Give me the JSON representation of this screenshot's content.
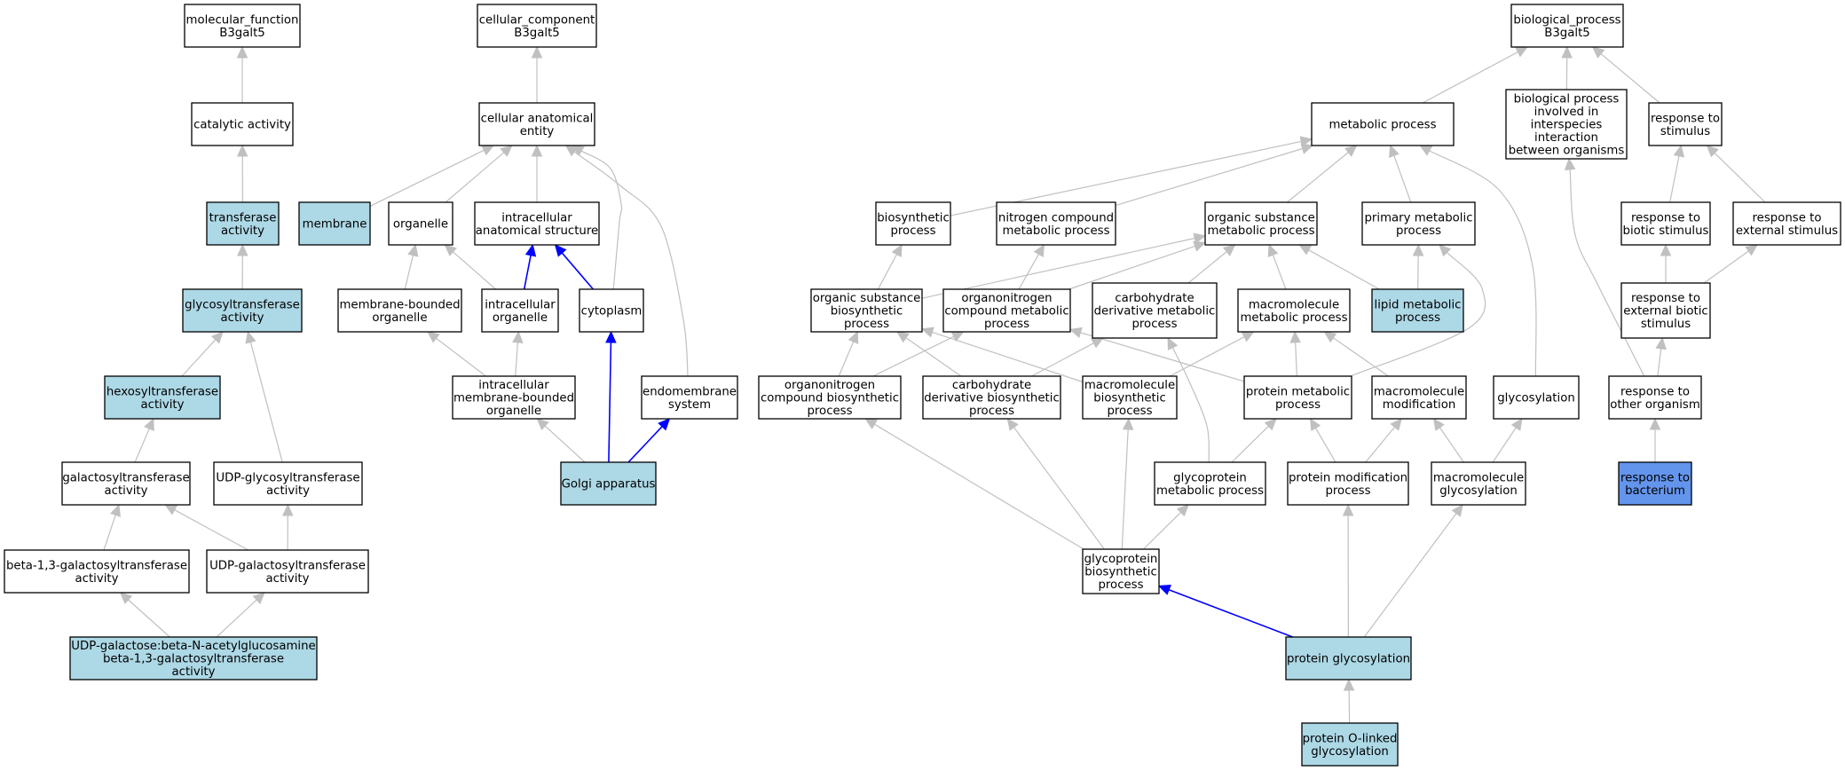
{
  "colors": {
    "default_fill": "#ffffff",
    "highlight_fill": "#add8e6",
    "query_fill": "#6495ed",
    "edge": "#c0c0c0",
    "highlight_edge": "#0000ff"
  },
  "nodes": [
    {
      "id": "mf_root",
      "lines": [
        "molecular_function",
        "B3galt5"
      ],
      "fill": "default"
    },
    {
      "id": "catalytic",
      "lines": [
        "catalytic activity"
      ],
      "fill": "default"
    },
    {
      "id": "transferase",
      "lines": [
        "transferase",
        "activity"
      ],
      "fill": "highlight"
    },
    {
      "id": "glycosyltransferase",
      "lines": [
        "glycosyltransferase",
        "activity"
      ],
      "fill": "highlight"
    },
    {
      "id": "hexosyltransferase",
      "lines": [
        "hexosyltransferase",
        "activity"
      ],
      "fill": "highlight"
    },
    {
      "id": "galactosyltransferase",
      "lines": [
        "galactosyltransferase",
        "activity"
      ],
      "fill": "default"
    },
    {
      "id": "udp_glycosyl",
      "lines": [
        "UDP-glycosyltransferase",
        "activity"
      ],
      "fill": "default"
    },
    {
      "id": "beta13",
      "lines": [
        "beta-1,3-galactosyltransferase",
        "activity"
      ],
      "fill": "default"
    },
    {
      "id": "udp_galacto",
      "lines": [
        "UDP-galactosyltransferase",
        "activity"
      ],
      "fill": "default"
    },
    {
      "id": "udp_gal_beta",
      "lines": [
        "UDP-galactose:beta-N-acetylglucosamine",
        "beta-1,3-galactosyltransferase",
        "activity"
      ],
      "fill": "highlight"
    },
    {
      "id": "cc_root",
      "lines": [
        "cellular_component",
        "B3galt5"
      ],
      "fill": "default"
    },
    {
      "id": "cell_anat",
      "lines": [
        "cellular anatomical",
        "entity"
      ],
      "fill": "default"
    },
    {
      "id": "membrane",
      "lines": [
        "membrane"
      ],
      "fill": "highlight"
    },
    {
      "id": "organelle",
      "lines": [
        "organelle"
      ],
      "fill": "default"
    },
    {
      "id": "intra_anat",
      "lines": [
        "intracellular",
        "anatomical structure"
      ],
      "fill": "default"
    },
    {
      "id": "mem_bound",
      "lines": [
        "membrane-bounded",
        "organelle"
      ],
      "fill": "default"
    },
    {
      "id": "intra_org",
      "lines": [
        "intracellular",
        "organelle"
      ],
      "fill": "default"
    },
    {
      "id": "cytoplasm",
      "lines": [
        "cytoplasm"
      ],
      "fill": "default"
    },
    {
      "id": "intra_mem_bound",
      "lines": [
        "intracellular",
        "membrane-bounded",
        "organelle"
      ],
      "fill": "default"
    },
    {
      "id": "endomembrane",
      "lines": [
        "endomembrane",
        "system"
      ],
      "fill": "default"
    },
    {
      "id": "golgi",
      "lines": [
        "Golgi apparatus"
      ],
      "fill": "highlight"
    },
    {
      "id": "bp_root",
      "lines": [
        "biological_process",
        "B3galt5"
      ],
      "fill": "default"
    },
    {
      "id": "metabolic",
      "lines": [
        "metabolic process"
      ],
      "fill": "default"
    },
    {
      "id": "interspecies",
      "lines": [
        "biological process",
        "involved in",
        "interspecies",
        "interaction",
        "between organisms"
      ],
      "fill": "default"
    },
    {
      "id": "resp_stim",
      "lines": [
        "response to",
        "stimulus"
      ],
      "fill": "default"
    },
    {
      "id": "biosynthetic",
      "lines": [
        "biosynthetic",
        "process"
      ],
      "fill": "default"
    },
    {
      "id": "nitrogen",
      "lines": [
        "nitrogen compound",
        "metabolic process"
      ],
      "fill": "default"
    },
    {
      "id": "org_subst",
      "lines": [
        "organic substance",
        "metabolic process"
      ],
      "fill": "default"
    },
    {
      "id": "primary",
      "lines": [
        "primary metabolic",
        "process"
      ],
      "fill": "default"
    },
    {
      "id": "resp_biotic",
      "lines": [
        "response to",
        "biotic stimulus"
      ],
      "fill": "default"
    },
    {
      "id": "resp_external",
      "lines": [
        "response to",
        "external stimulus"
      ],
      "fill": "default"
    },
    {
      "id": "org_subst_bio",
      "lines": [
        "organic substance",
        "biosynthetic",
        "process"
      ],
      "fill": "default"
    },
    {
      "id": "organonitrogen",
      "lines": [
        "organonitrogen",
        "compound metabolic",
        "process"
      ],
      "fill": "default"
    },
    {
      "id": "carb_deriv",
      "lines": [
        "carbohydrate",
        "derivative metabolic",
        "process"
      ],
      "fill": "default"
    },
    {
      "id": "macromolecule_met",
      "lines": [
        "macromolecule",
        "metabolic process"
      ],
      "fill": "default"
    },
    {
      "id": "lipid",
      "lines": [
        "lipid metabolic",
        "process"
      ],
      "fill": "highlight"
    },
    {
      "id": "resp_ext_biotic",
      "lines": [
        "response to",
        "external biotic",
        "stimulus"
      ],
      "fill": "default"
    },
    {
      "id": "organonitrogen_bio",
      "lines": [
        "organonitrogen",
        "compound biosynthetic",
        "process"
      ],
      "fill": "default"
    },
    {
      "id": "carb_deriv_bio",
      "lines": [
        "carbohydrate",
        "derivative biosynthetic",
        "process"
      ],
      "fill": "default"
    },
    {
      "id": "macromolecule_bio",
      "lines": [
        "macromolecule",
        "biosynthetic",
        "process"
      ],
      "fill": "default"
    },
    {
      "id": "protein_met",
      "lines": [
        "protein metabolic",
        "process"
      ],
      "fill": "default"
    },
    {
      "id": "macromolecule_mod",
      "lines": [
        "macromolecule",
        "modification"
      ],
      "fill": "default"
    },
    {
      "id": "glycosylation",
      "lines": [
        "glycosylation"
      ],
      "fill": "default"
    },
    {
      "id": "resp_other_org",
      "lines": [
        "response to",
        "other organism"
      ],
      "fill": "default"
    },
    {
      "id": "glycoprotein_met",
      "lines": [
        "glycoprotein",
        "metabolic process"
      ],
      "fill": "default"
    },
    {
      "id": "protein_mod",
      "lines": [
        "protein modification",
        "process"
      ],
      "fill": "default"
    },
    {
      "id": "macromolecule_glyc",
      "lines": [
        "macromolecule",
        "glycosylation"
      ],
      "fill": "default"
    },
    {
      "id": "resp_bacterium",
      "lines": [
        "response to",
        "bacterium"
      ],
      "fill": "query"
    },
    {
      "id": "glycoprotein_bio",
      "lines": [
        "glycoprotein",
        "biosynthetic",
        "process"
      ],
      "fill": "default"
    },
    {
      "id": "protein_glyc",
      "lines": [
        "protein glycosylation"
      ],
      "fill": "highlight"
    },
    {
      "id": "protein_olinked",
      "lines": [
        "protein O-linked",
        "glycosylation"
      ],
      "fill": "highlight"
    }
  ],
  "edges": [
    {
      "from": "catalytic",
      "to": "mf_root"
    },
    {
      "from": "transferase",
      "to": "catalytic"
    },
    {
      "from": "glycosyltransferase",
      "to": "transferase"
    },
    {
      "from": "hexosyltransferase",
      "to": "glycosyltransferase"
    },
    {
      "from": "udp_glycosyl",
      "to": "glycosyltransferase"
    },
    {
      "from": "galactosyltransferase",
      "to": "hexosyltransferase"
    },
    {
      "from": "beta13",
      "to": "galactosyltransferase"
    },
    {
      "from": "udp_galacto",
      "to": "galactosyltransferase"
    },
    {
      "from": "udp_galacto",
      "to": "udp_glycosyl"
    },
    {
      "from": "udp_gal_beta",
      "to": "beta13"
    },
    {
      "from": "udp_gal_beta",
      "to": "udp_galacto"
    },
    {
      "from": "cell_anat",
      "to": "cc_root"
    },
    {
      "from": "membrane",
      "to": "cell_anat"
    },
    {
      "from": "organelle",
      "to": "cell_anat"
    },
    {
      "from": "intra_anat",
      "to": "cell_anat"
    },
    {
      "from": "cytoplasm",
      "to": "cell_anat"
    },
    {
      "from": "endomembrane",
      "to": "cell_anat"
    },
    {
      "from": "mem_bound",
      "to": "organelle"
    },
    {
      "from": "intra_org",
      "to": "organelle"
    },
    {
      "from": "intra_org",
      "to": "intra_anat",
      "highlight": true
    },
    {
      "from": "cytoplasm",
      "to": "intra_anat",
      "highlight": true
    },
    {
      "from": "intra_mem_bound",
      "to": "mem_bound"
    },
    {
      "from": "intra_mem_bound",
      "to": "intra_org"
    },
    {
      "from": "golgi",
      "to": "intra_mem_bound"
    },
    {
      "from": "golgi",
      "to": "cytoplasm",
      "highlight": true
    },
    {
      "from": "golgi",
      "to": "endomembrane",
      "highlight": true
    },
    {
      "from": "metabolic",
      "to": "bp_root"
    },
    {
      "from": "interspecies",
      "to": "bp_root"
    },
    {
      "from": "resp_stim",
      "to": "bp_root"
    },
    {
      "from": "biosynthetic",
      "to": "metabolic"
    },
    {
      "from": "nitrogen",
      "to": "metabolic"
    },
    {
      "from": "org_subst",
      "to": "metabolic"
    },
    {
      "from": "primary",
      "to": "metabolic"
    },
    {
      "from": "glycosylation",
      "to": "metabolic"
    },
    {
      "from": "resp_biotic",
      "to": "resp_stim"
    },
    {
      "from": "resp_external",
      "to": "resp_stim"
    },
    {
      "from": "org_subst_bio",
      "to": "biosynthetic"
    },
    {
      "from": "org_subst_bio",
      "to": "org_subst"
    },
    {
      "from": "organonitrogen",
      "to": "nitrogen"
    },
    {
      "from": "organonitrogen",
      "to": "org_subst"
    },
    {
      "from": "carb_deriv",
      "to": "org_subst"
    },
    {
      "from": "macromolecule_met",
      "to": "org_subst"
    },
    {
      "from": "lipid",
      "to": "org_subst"
    },
    {
      "from": "lipid",
      "to": "primary"
    },
    {
      "from": "protein_met",
      "to": "primary"
    },
    {
      "from": "resp_ext_biotic",
      "to": "resp_biotic"
    },
    {
      "from": "resp_ext_biotic",
      "to": "resp_external"
    },
    {
      "from": "organonitrogen_bio",
      "to": "org_subst_bio"
    },
    {
      "from": "organonitrogen_bio",
      "to": "organonitrogen"
    },
    {
      "from": "carb_deriv_bio",
      "to": "org_subst_bio"
    },
    {
      "from": "carb_deriv_bio",
      "to": "carb_deriv"
    },
    {
      "from": "macromolecule_bio",
      "to": "org_subst_bio"
    },
    {
      "from": "macromolecule_bio",
      "to": "macromolecule_met"
    },
    {
      "from": "protein_met",
      "to": "organonitrogen"
    },
    {
      "from": "protein_met",
      "to": "macromolecule_met"
    },
    {
      "from": "macromolecule_mod",
      "to": "macromolecule_met"
    },
    {
      "from": "resp_other_org",
      "to": "interspecies"
    },
    {
      "from": "resp_other_org",
      "to": "resp_ext_biotic"
    },
    {
      "from": "glycoprotein_met",
      "to": "carb_deriv"
    },
    {
      "from": "glycoprotein_met",
      "to": "protein_met"
    },
    {
      "from": "protein_mod",
      "to": "protein_met"
    },
    {
      "from": "protein_mod",
      "to": "macromolecule_mod"
    },
    {
      "from": "macromolecule_glyc",
      "to": "macromolecule_mod"
    },
    {
      "from": "macromolecule_glyc",
      "to": "glycosylation"
    },
    {
      "from": "resp_bacterium",
      "to": "resp_other_org"
    },
    {
      "from": "glycoprotein_bio",
      "to": "organonitrogen_bio"
    },
    {
      "from": "glycoprotein_bio",
      "to": "carb_deriv_bio"
    },
    {
      "from": "glycoprotein_bio",
      "to": "macromolecule_bio"
    },
    {
      "from": "glycoprotein_bio",
      "to": "glycoprotein_met"
    },
    {
      "from": "protein_glyc",
      "to": "glycoprotein_bio",
      "highlight": true
    },
    {
      "from": "protein_glyc",
      "to": "protein_mod"
    },
    {
      "from": "protein_glyc",
      "to": "macromolecule_glyc"
    },
    {
      "from": "protein_olinked",
      "to": "protein_glyc"
    }
  ]
}
